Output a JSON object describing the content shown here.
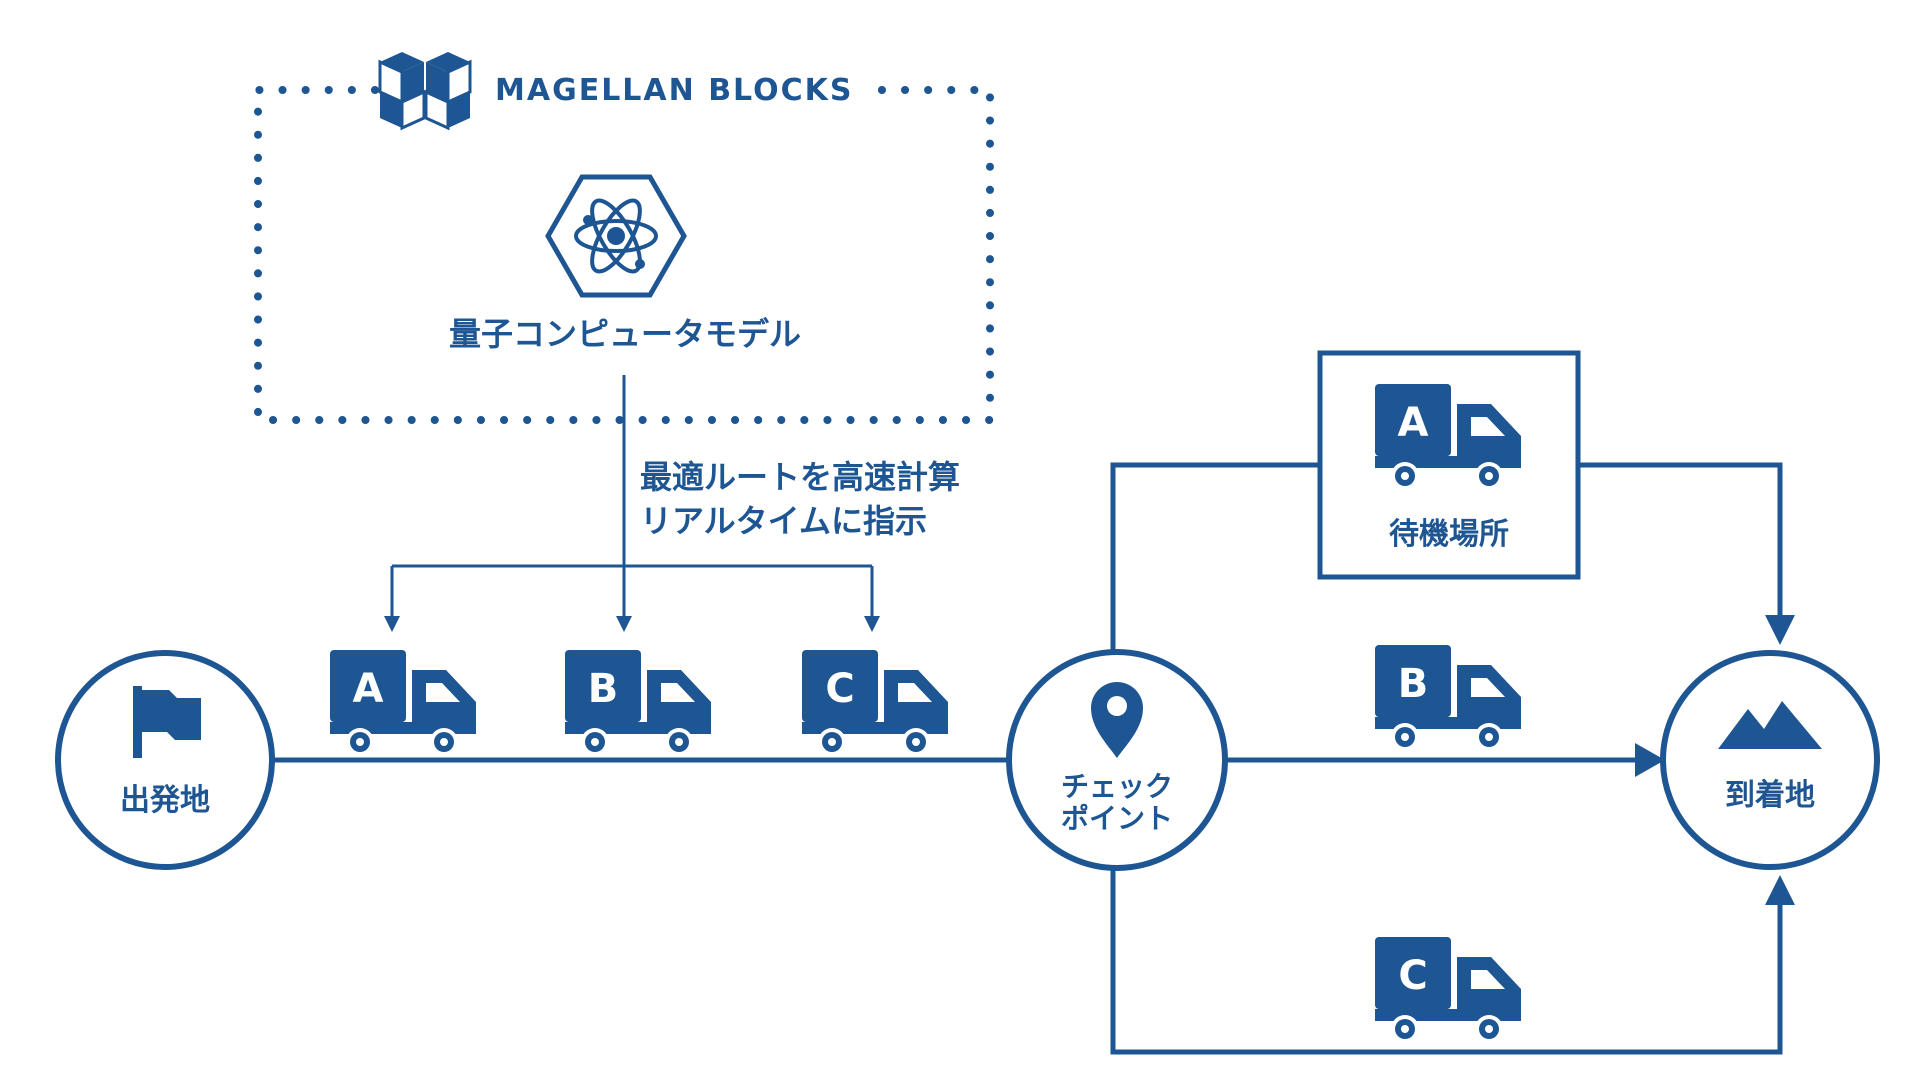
{
  "colors": {
    "primary": "#1e5593",
    "background": "#ffffff"
  },
  "brand": {
    "name": "MAGELLAN BLOCKS",
    "logo_icon": "cube-logo-icon"
  },
  "model": {
    "label": "量子コンピュータモデル",
    "icon": "atom-hexagon-icon"
  },
  "instruction": {
    "line1": "最適ルートを高速計算",
    "line2": "リアルタイムに指示"
  },
  "nodes": {
    "start": {
      "label": "出発地",
      "icon": "flag-icon"
    },
    "checkpoint": {
      "line1": "チェック",
      "line2": "ポイント",
      "icon": "map-pin-icon"
    },
    "destination": {
      "label": "到着地",
      "icon": "mountain-icon"
    }
  },
  "standby": {
    "label": "待機場所"
  },
  "trucks": {
    "start_row": [
      "A",
      "B",
      "C"
    ],
    "standby": "A",
    "middle_route": "B",
    "lower_route": "C"
  }
}
